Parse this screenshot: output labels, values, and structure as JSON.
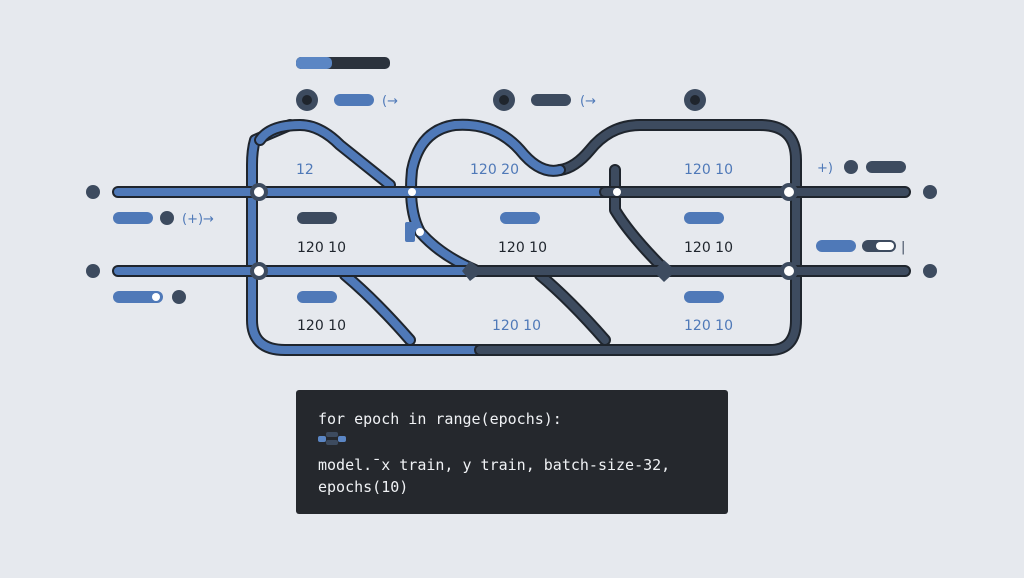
{
  "diagram": {
    "top_labels": {
      "a": "(→",
      "b": "(→"
    },
    "left_labels": {
      "row1": "(+)→"
    },
    "right_labels": {
      "row0": "+)",
      "row1": "|"
    },
    "nodes": {
      "n1": "12",
      "n2": "120 20",
      "n3": "120 10",
      "n4": "120 10",
      "n5": "120 10",
      "n6": "120 10",
      "n7": "120 10",
      "n8": "120 10",
      "n9": "120 10"
    }
  },
  "code": {
    "line1": "for epoch in range(epochs):",
    "line3": "model.¯x train, y train, batch-size-32,",
    "line4": "epochs(10)"
  },
  "colors": {
    "background": "#e6e9ee",
    "blue": "#4f79b8",
    "slate": "#3d4b5f",
    "dark": "#2c333d",
    "code_bg": "#25282d"
  },
  "icons": [
    "arrow-marker-icon",
    "diamond-marker-icon",
    "toggle-switch-icon",
    "dot-icon"
  ]
}
